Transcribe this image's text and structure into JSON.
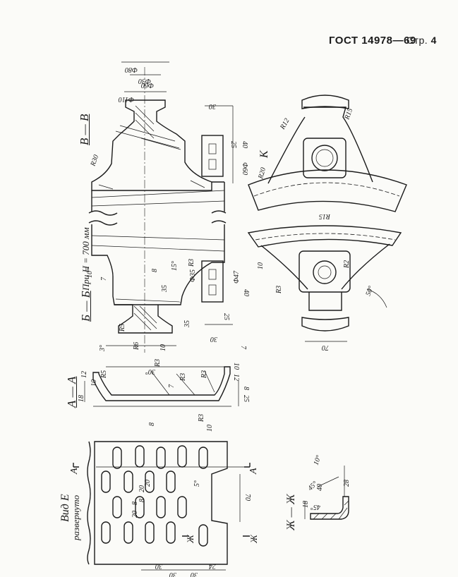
{
  "header": {
    "standard": "ГОСТ 14978—69",
    "page_prefix": "Стр.",
    "page_number": "4"
  },
  "views": {
    "section_vv": "В — В",
    "section_bb": "Б — Б",
    "height_note": "При H = 700 мм",
    "section_aa": "А — А",
    "view_e": "Вид Е",
    "view_e_note": "развернуто",
    "section_zhzh": "Ж — Ж",
    "arrow_k": "К",
    "arrow_a": "А",
    "arrow_zh": "Ж"
  },
  "dimensions": {
    "top": [
      "Ф80",
      "Ф30",
      "Ф60",
      "Ф110",
      "30",
      "25",
      "40",
      "Ф60",
      "R30",
      "R20",
      "R12",
      "R15",
      "R15"
    ],
    "middle": [
      "Ф47",
      "Ф35",
      "15°",
      "10°",
      "7",
      "8",
      "35",
      "30",
      "40",
      "25",
      "35",
      "R5",
      "R6",
      "R3",
      "3°",
      "10",
      "10",
      "70",
      "R2",
      "R3",
      "50°",
      "7"
    ],
    "section_a": [
      "R5",
      "R3",
      "R3",
      "R3",
      "30°",
      "12",
      "10",
      "8",
      "25",
      "18",
      "10",
      "8",
      "12",
      "7",
      "R3",
      "10"
    ],
    "view_e": [
      "70",
      "5°",
      "20",
      "8",
      "20",
      "8",
      "20",
      "24",
      "30",
      "30",
      "30"
    ],
    "section_zh": [
      "10°",
      "28",
      "40",
      "45°",
      "18",
      "45°"
    ]
  }
}
